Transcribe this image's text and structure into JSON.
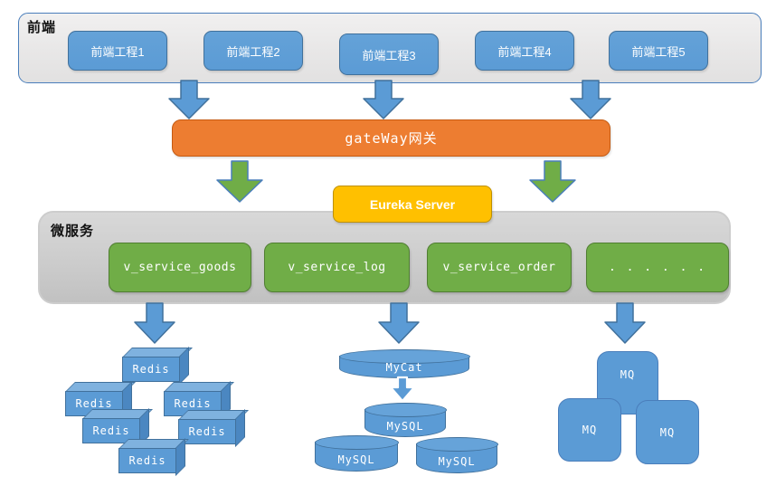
{
  "frontend": {
    "label": "前端",
    "projects": [
      "前端工程1",
      "前端工程2",
      "前端工程3",
      "前端工程4",
      "前端工程5"
    ]
  },
  "gateway": {
    "label": "gateWay网关"
  },
  "eureka": {
    "label": "Eureka Server"
  },
  "microservices": {
    "label": "微服务",
    "services": [
      "v_service_goods",
      "v_service_log",
      "v_service_order",
      ". . . . . ."
    ]
  },
  "redis": {
    "nodes": [
      "Redis",
      "Redis",
      "Redis",
      "Redis",
      "Redis",
      "Redis"
    ]
  },
  "mycat": {
    "label": "MyCat"
  },
  "mysql": {
    "nodes": [
      "MySQL",
      "MySQL",
      "MySQL"
    ]
  },
  "mq": {
    "nodes": [
      "MQ",
      "MQ",
      "MQ"
    ]
  },
  "colors": {
    "node_blue": "#5B9BD5",
    "node_blue_border": "#41719C",
    "gateway_orange": "#ED7D31",
    "eureka_yellow": "#FFC000",
    "service_green": "#70AD47",
    "service_green_border": "#507E32",
    "container_gray": "#D6D6D6"
  }
}
